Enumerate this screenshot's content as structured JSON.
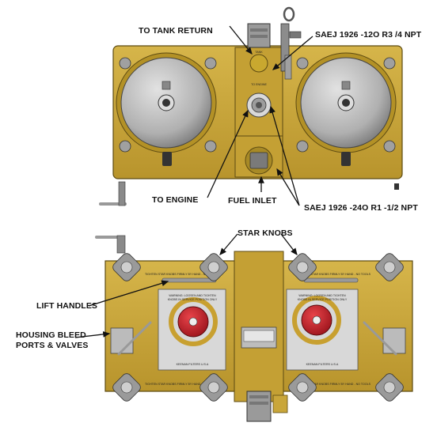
{
  "callouts": {
    "tank_return": "TO TANK RETURN",
    "sae_top": "SAEJ 1926   -12O R3  /4 NPT",
    "to_engine": "TO ENGINE",
    "fuel_inlet": "FUEL INLET",
    "sae_bottom": "SAEJ 1926   -24O R1   -1/2 NPT",
    "star_knobs": "STAR KNOBS",
    "lift_handles": "LIFT HANDLES",
    "housing_bleed_line1": "HOUSING BLEED",
    "housing_bleed_line2": "PORTS & VALVES"
  },
  "colors": {
    "housing": "#c9a63a",
    "housing_dark": "#8a6f1c",
    "cap_gray": "#b8b8b8",
    "knob_red": "#c8202a",
    "outline": "#222222"
  }
}
